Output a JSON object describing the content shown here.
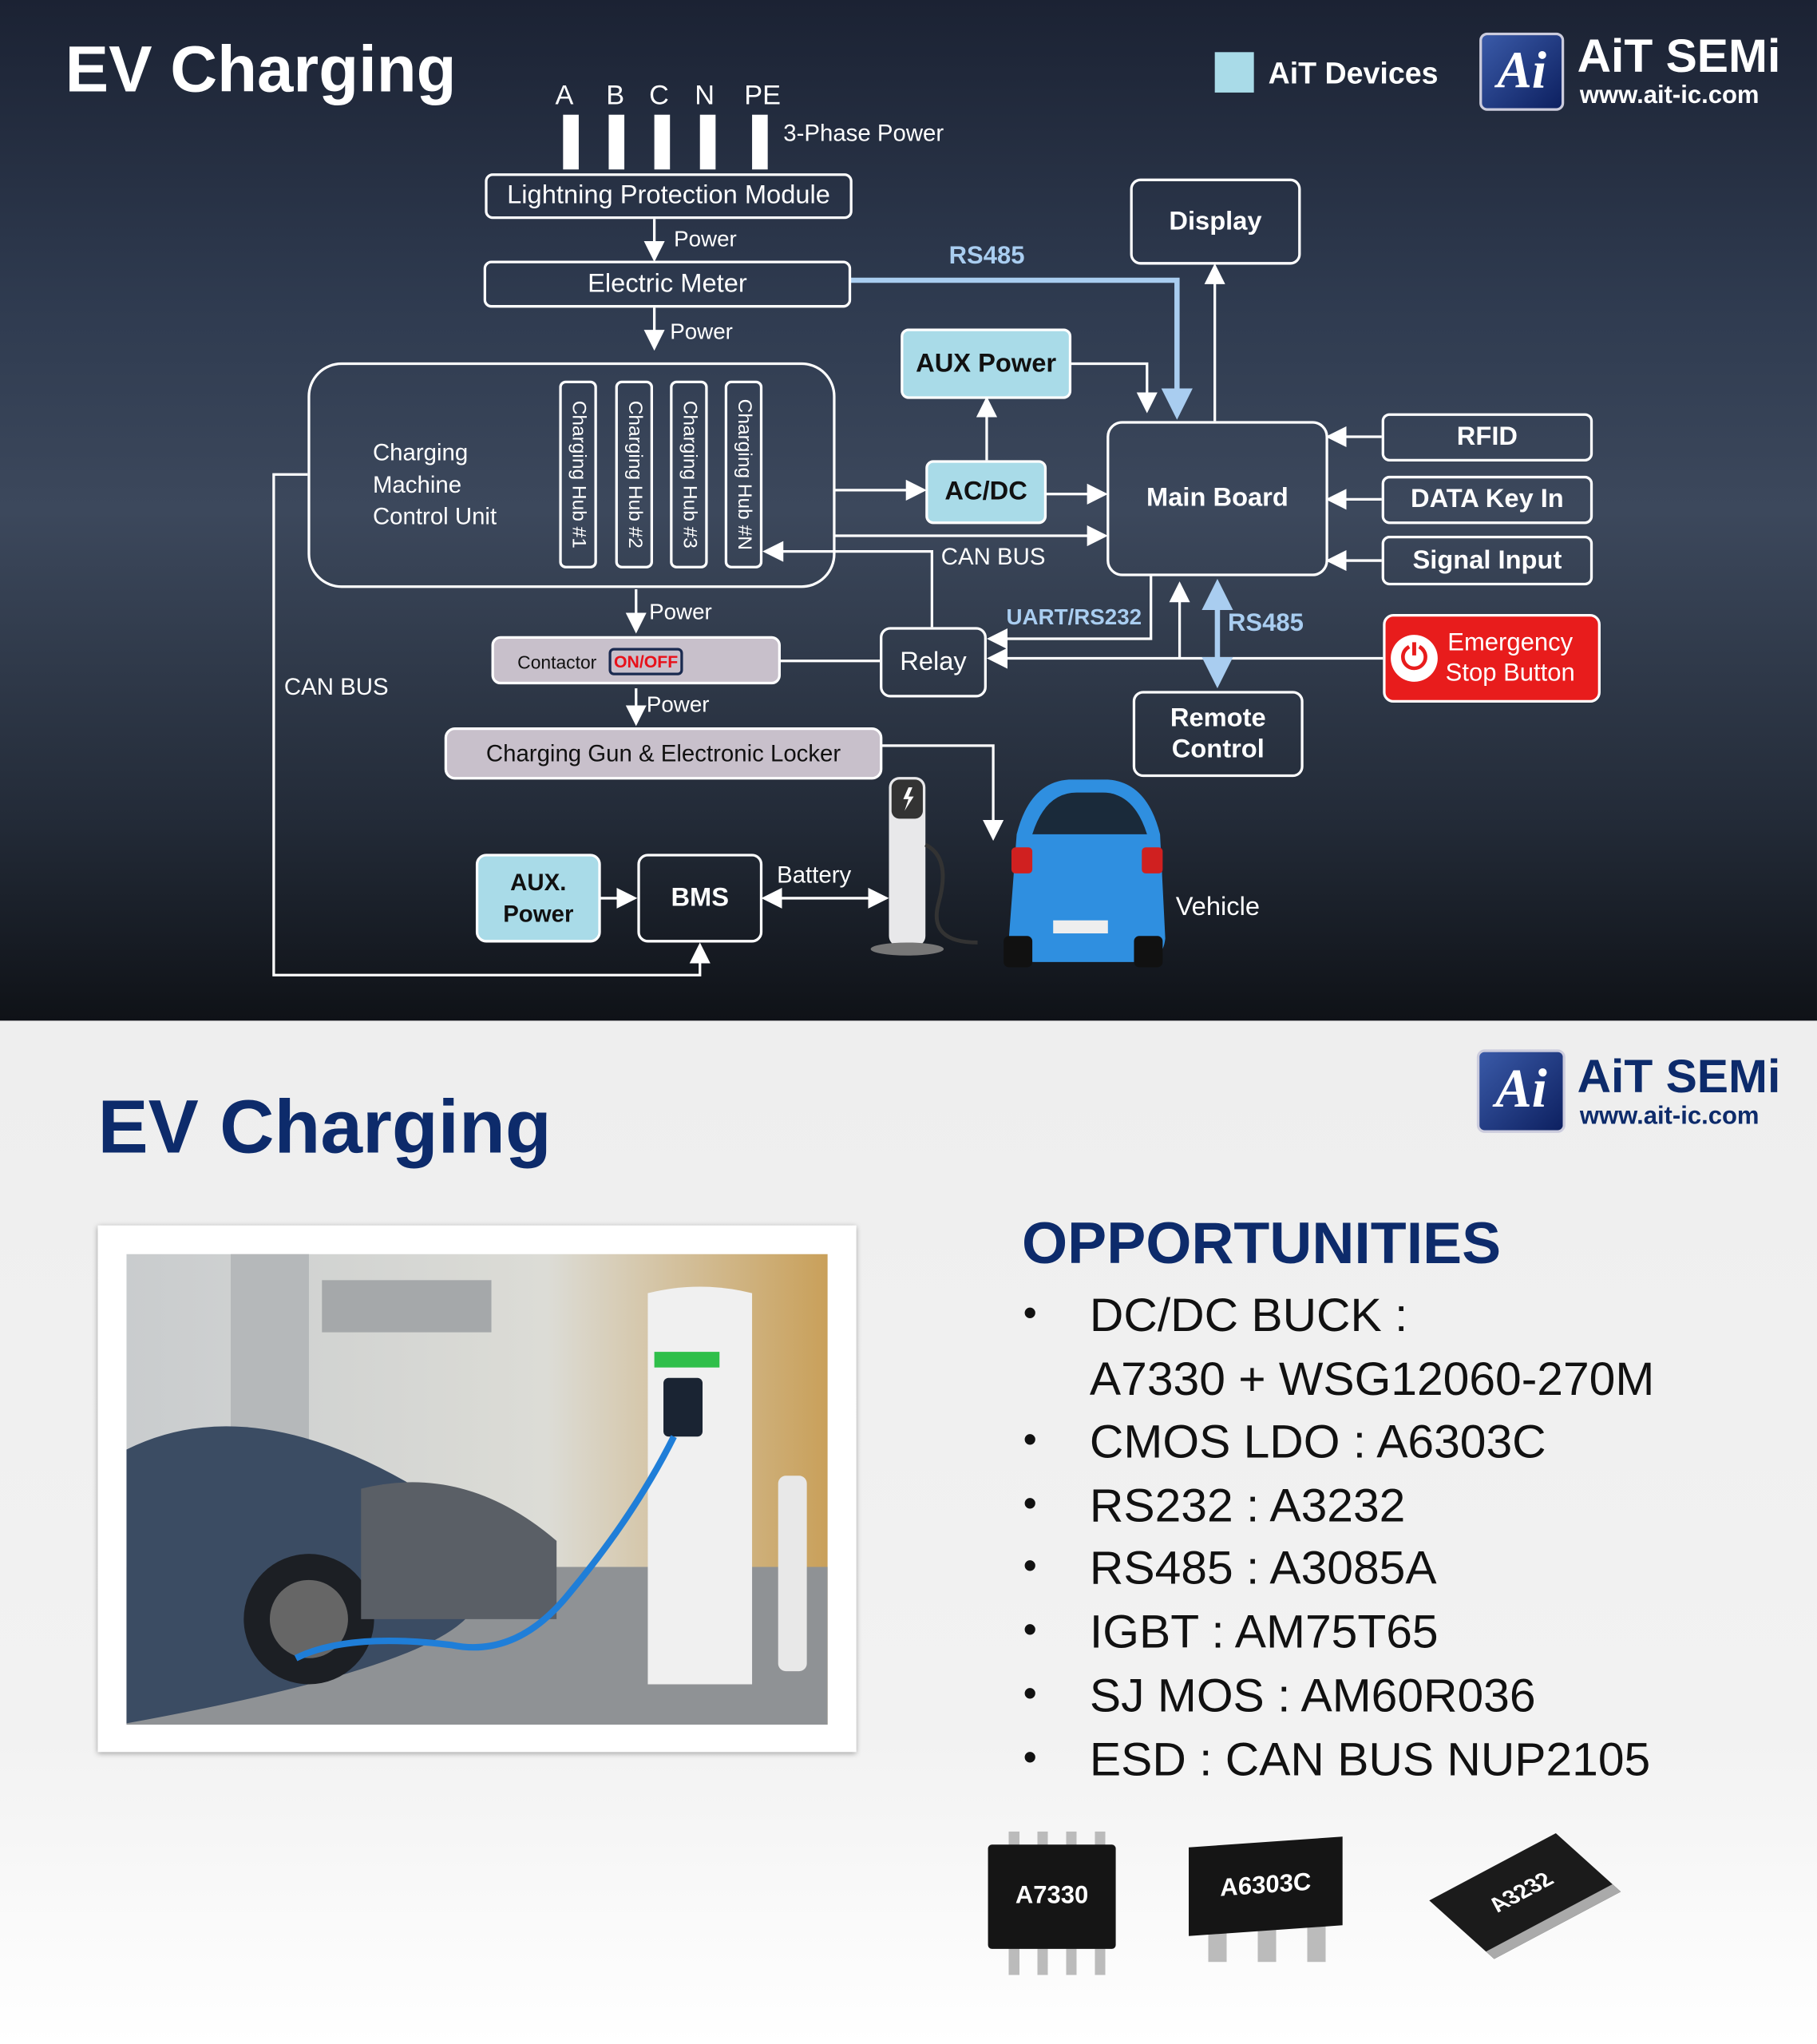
{
  "top": {
    "title": "EV Charging",
    "legend": {
      "label": "AiT Devices",
      "color": "#a9dbe8"
    },
    "logo": {
      "name": "AiT SEMi",
      "url": "www.ait-ic.com"
    },
    "phases": [
      "A",
      "B",
      "C",
      "N",
      "PE"
    ],
    "three_phase_label": "3-Phase Power",
    "lightning": "Lightning Protection Module",
    "power1": "Power",
    "meter": "Electric Meter",
    "power2": "Power",
    "rs485_top": "RS485",
    "display": "Display",
    "aux_power": "AUX Power",
    "acdc": "AC/DC",
    "cmcu": [
      "Charging",
      "Machine",
      "Control Unit"
    ],
    "hubs": [
      "Charging Hub #1",
      "Charging Hub #2",
      "Charging Hub #3",
      "Charging Hub #N"
    ],
    "main_board": "Main Board",
    "rfid": "RFID",
    "data_key": "DATA Key In",
    "signal": "Signal Input",
    "can_bus_mid": "CAN BUS",
    "can_bus_left": "CAN BUS",
    "uart": "UART/RS232",
    "rs485_right": "RS485",
    "emergency": [
      "Emergency",
      "Stop Button"
    ],
    "relay": "Relay",
    "remote": [
      "Remote",
      "Control"
    ],
    "power3": "Power",
    "contactor": "Contactor",
    "onoff": "ON/OFF",
    "power4": "Power",
    "gun": "Charging Gun & Electronic Locker",
    "aux2": [
      "AUX.",
      "Power"
    ],
    "bms": "BMS",
    "battery": "Battery",
    "vehicle": "Vehicle"
  },
  "bottom": {
    "title": "EV Charging",
    "logo": {
      "name": "AiT SEMi",
      "url": "www.ait-ic.com"
    },
    "opportunities_title": "OPPORTUNITIES",
    "items": [
      "DC/DC BUCK :",
      "A7330 + WSG12060-270M",
      "CMOS LDO : A6303C",
      "RS232 : A3232",
      "RS485 : A3085A",
      "IGBT : AM75T65",
      "SJ MOS : AM60R036",
      "ESD : CAN BUS NUP2105"
    ],
    "bullet": "•",
    "chips": [
      "A7330",
      "A6303C",
      "A3232"
    ]
  }
}
